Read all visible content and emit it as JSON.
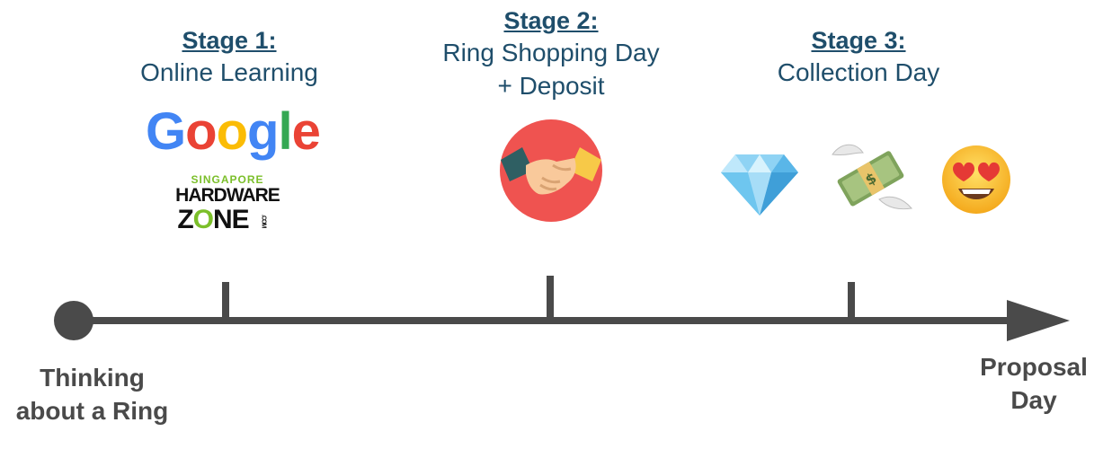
{
  "stages": [
    {
      "title": "Stage 1:",
      "description": "Online Learning"
    },
    {
      "title": "Stage 2:",
      "description_line1": "Ring Shopping Day",
      "description_line2": "+ Deposit"
    },
    {
      "title": "Stage 3:",
      "description": "Collection Day"
    }
  ],
  "timeline": {
    "start_label_line1": "Thinking",
    "start_label_line2": "about a Ring",
    "end_label_line1": "Proposal",
    "end_label_line2": "Day"
  },
  "logos": {
    "google": {
      "letters": [
        "G",
        "o",
        "o",
        "g",
        "l",
        "e"
      ],
      "colors": [
        "#4285F4",
        "#EA4335",
        "#FBBC05",
        "#4285F4",
        "#34A853",
        "#EA4335"
      ]
    },
    "hardwarezone": {
      "line1": "SINGAPORE",
      "line2": "HARDWARE",
      "line3_a": "Z",
      "line3_b": "O",
      "line3_c": "NE",
      "suffix": ".COM"
    }
  },
  "icons": [
    "handshake-icon",
    "diamond-icon",
    "money-with-wings-icon",
    "heart-eyes-icon"
  ],
  "colors": {
    "heading": "#1f4e6b",
    "timeline": "#4a4a4a",
    "accent_green": "#7bbf2a"
  }
}
